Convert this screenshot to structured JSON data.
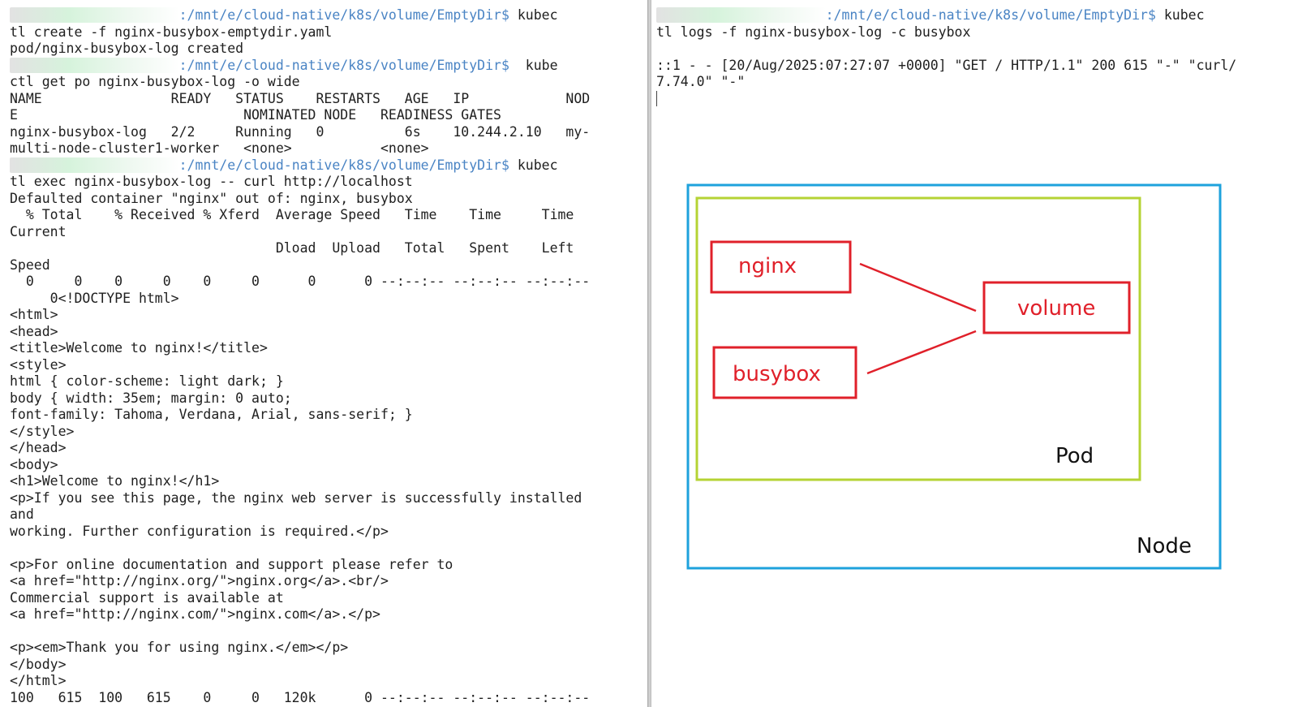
{
  "left_terminal": {
    "prompt_path": ":/mnt/e/cloud-native/k8s/volume/EmptyDir$",
    "cmd1_a": " kubec",
    "cmd1_b": "tl create -f nginx-busybox-emptydir.yaml",
    "out1": "pod/nginx-busybox-log created",
    "cmd2_a": "  kube",
    "cmd2_b": "ctl get po nginx-busybox-log -o wide",
    "table_h1": "NAME                READY   STATUS    RESTARTS   AGE   IP            NOD",
    "table_h2": "E                            NOMINATED NODE   READINESS GATES",
    "table_r1": "nginx-busybox-log   2/2     Running   0          6s    10.244.2.10   my-",
    "table_r2": "multi-node-cluster1-worker   <none>           <none>",
    "cmd3_a": " kubec",
    "cmd3_b": "tl exec nginx-busybox-log -- curl http://localhost",
    "defaulted": "Defaulted container \"nginx\" out of: nginx, busybox",
    "curl_h1": "  % Total    % Received % Xferd  Average Speed   Time    Time     Time",
    "curl_h2": "Current",
    "curl_h3": "                                 Dload  Upload   Total   Spent    Left",
    "curl_h4": "Speed",
    "curl_p1": "  0     0    0     0    0     0      0      0 --:--:-- --:--:-- --:--:--",
    "curl_p2": "     0<!DOCTYPE html>",
    "html_lines": [
      "<html>",
      "<head>",
      "<title>Welcome to nginx!</title>",
      "<style>",
      "html { color-scheme: light dark; }",
      "body { width: 35em; margin: 0 auto;",
      "font-family: Tahoma, Verdana, Arial, sans-serif; }",
      "</style>",
      "</head>",
      "<body>",
      "<h1>Welcome to nginx!</h1>",
      "<p>If you see this page, the nginx web server is successfully installed",
      "and",
      "working. Further configuration is required.</p>",
      "",
      "<p>For online documentation and support please refer to",
      "<a href=\"http://nginx.org/\">nginx.org</a>.<br/>",
      "Commercial support is available at",
      "<a href=\"http://nginx.com/\">nginx.com</a>.</p>",
      "",
      "<p><em>Thank you for using nginx.</em></p>",
      "</body>",
      "</html>"
    ],
    "curl_final": "100   615  100   615    0     0   120k      0 --:--:-- --:--:-- --:--:--"
  },
  "right_terminal": {
    "prompt_path": ":/mnt/e/cloud-native/k8s/volume/EmptyDir$",
    "cmd_a": " kubec",
    "cmd_b": "tl logs -f nginx-busybox-log -c busybox",
    "log1": "::1 - - [20/Aug/2025:07:27:07 +0000] \"GET / HTTP/1.1\" 200 615 \"-\" \"curl/",
    "log2": "7.74.0\" \"-\""
  },
  "diagram": {
    "node_label": "Node",
    "pod_label": "Pod",
    "nginx_label": "nginx",
    "busybox_label": "busybox",
    "volume_label": "volume",
    "colors": {
      "node_border": "#1ea2dc",
      "pod_border": "#b5d334",
      "container_border": "#e0202a",
      "container_text": "#e0202a",
      "link_line": "#e0202a"
    }
  }
}
